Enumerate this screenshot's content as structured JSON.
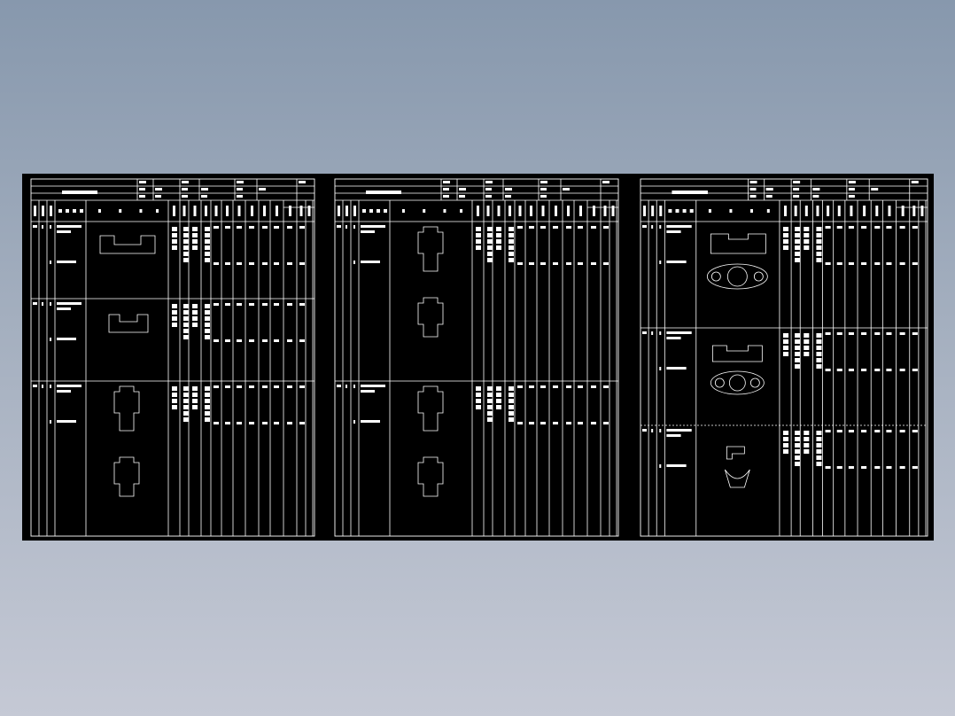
{
  "viewer": {
    "background_top": "#8798ad",
    "background_bottom": "#c5c9d5",
    "drawing_area": "#000000",
    "line_color": "#ffffff"
  },
  "sheets": [
    {
      "id": "sheet-1",
      "sections": 3
    },
    {
      "id": "sheet-2",
      "sections": 2
    },
    {
      "id": "sheet-3",
      "sections": 3
    }
  ]
}
